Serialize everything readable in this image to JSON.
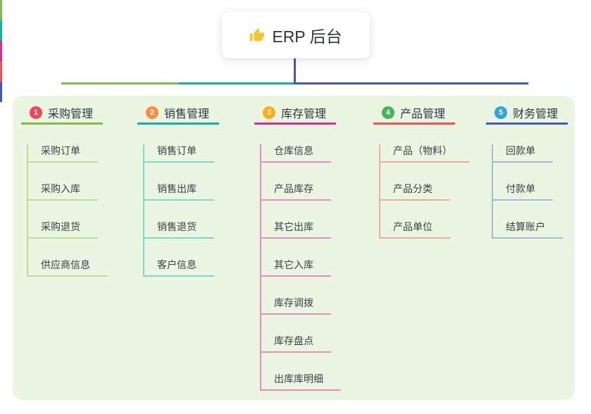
{
  "root": {
    "label": "ERP 后台",
    "icon": "thumbs-up-icon",
    "icon_color": "#f7c331"
  },
  "panel_color": "#eaf6e1",
  "connector_root_color": "#4356c5",
  "branches": [
    {
      "number": "1",
      "title": "采购管理",
      "main_color": "#85ba4b",
      "light_color": "#bcdc9a",
      "badge_color": "#f5455c",
      "children": [
        "采购订单",
        "采购入库",
        "采购退货",
        "供应商信息"
      ]
    },
    {
      "number": "2",
      "title": "销售管理",
      "main_color": "#12b3a6",
      "light_color": "#86d6cd",
      "badge_color": "#fb8d40",
      "children": [
        "销售订单",
        "销售出库",
        "销售退货",
        "客户信息"
      ]
    },
    {
      "number": "3",
      "title": "库存管理",
      "main_color": "#d62f90",
      "light_color": "#ef8ac1",
      "badge_color": "#fbae17",
      "children": [
        "仓库信息",
        "产品库存",
        "其它出库",
        "其它入库",
        "库存调拨",
        "库存盘点",
        "出库库明细"
      ]
    },
    {
      "number": "4",
      "title": "产品管理",
      "main_color": "#f05351",
      "light_color": "#f8a8a2",
      "badge_color": "#3cba57",
      "children": [
        "产品（物料）",
        "产品分类",
        "产品单位"
      ]
    },
    {
      "number": "5",
      "title": "财务管理",
      "main_color": "#4356c5",
      "light_color": "#a7b8e0",
      "badge_color": "#2ba4df",
      "children": [
        "回款单",
        "付款单",
        "结算账户"
      ]
    }
  ]
}
